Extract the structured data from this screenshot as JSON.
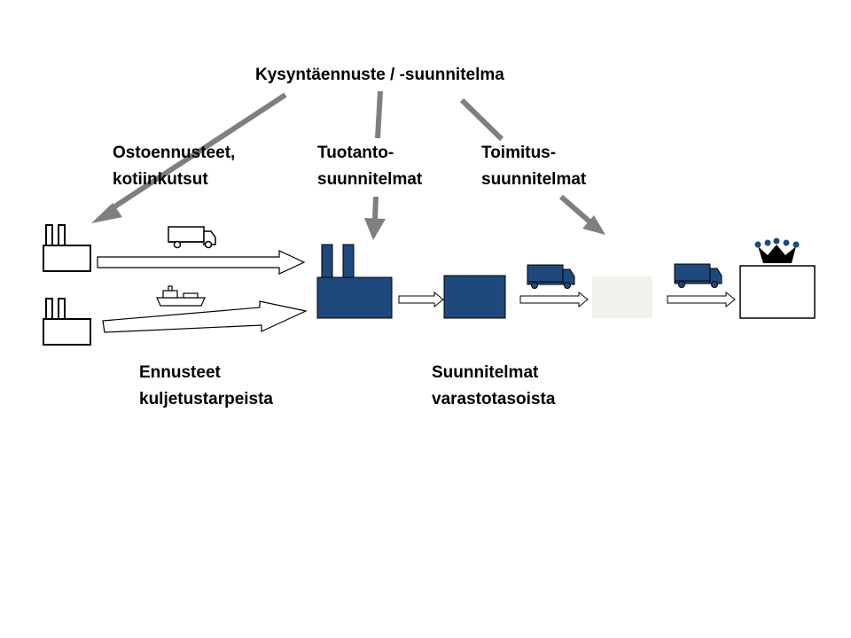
{
  "title": "Kysyntäennuste / -suunnitelma",
  "labels": {
    "purchase": [
      "Ostoennusteet,",
      "kotiinkutsut"
    ],
    "production": [
      "Tuotanto-",
      "suunnitelmat"
    ],
    "delivery": [
      "Toimitus-",
      "suunnitelmat"
    ],
    "transport": [
      "Ennusteet",
      "kuljetustarpeista"
    ],
    "inventory": [
      "Suunnitelmat",
      "varastotasoista"
    ]
  },
  "colors": {
    "node_fill": "#1f497d",
    "arrow_gray": "#7f7f7f",
    "warehouse_fill": "#f2f1ec",
    "outline": "#000000"
  },
  "icons": [
    "supplier-factory-icon",
    "truck-icon",
    "ship-icon",
    "factory-icon",
    "crown-icon"
  ]
}
